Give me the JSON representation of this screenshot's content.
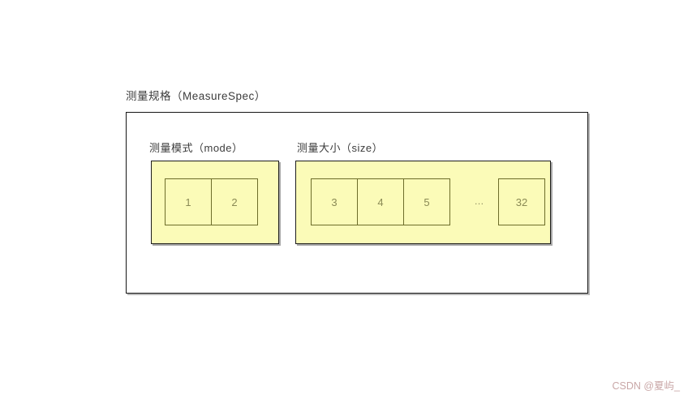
{
  "title": "测量规格（MeasureSpec）",
  "mode": {
    "label": "测量模式（mode）",
    "cells": [
      "1",
      "2"
    ]
  },
  "size": {
    "label": "测量大小（size）",
    "cells": [
      "3",
      "4",
      "5"
    ],
    "ellipsis": "…",
    "last_cell": "32"
  },
  "watermark": "CSDN @夏屿_",
  "colors": {
    "background": "#ffffff",
    "outer_border": "#161616",
    "box_fill": "#fbfbb8",
    "box_border": "#1d1d1d",
    "cell_border": "#6d6d2a",
    "cell_text": "#8a8a55",
    "label_text": "#3c3c3c",
    "watermark_text": "#c9a7a7"
  }
}
